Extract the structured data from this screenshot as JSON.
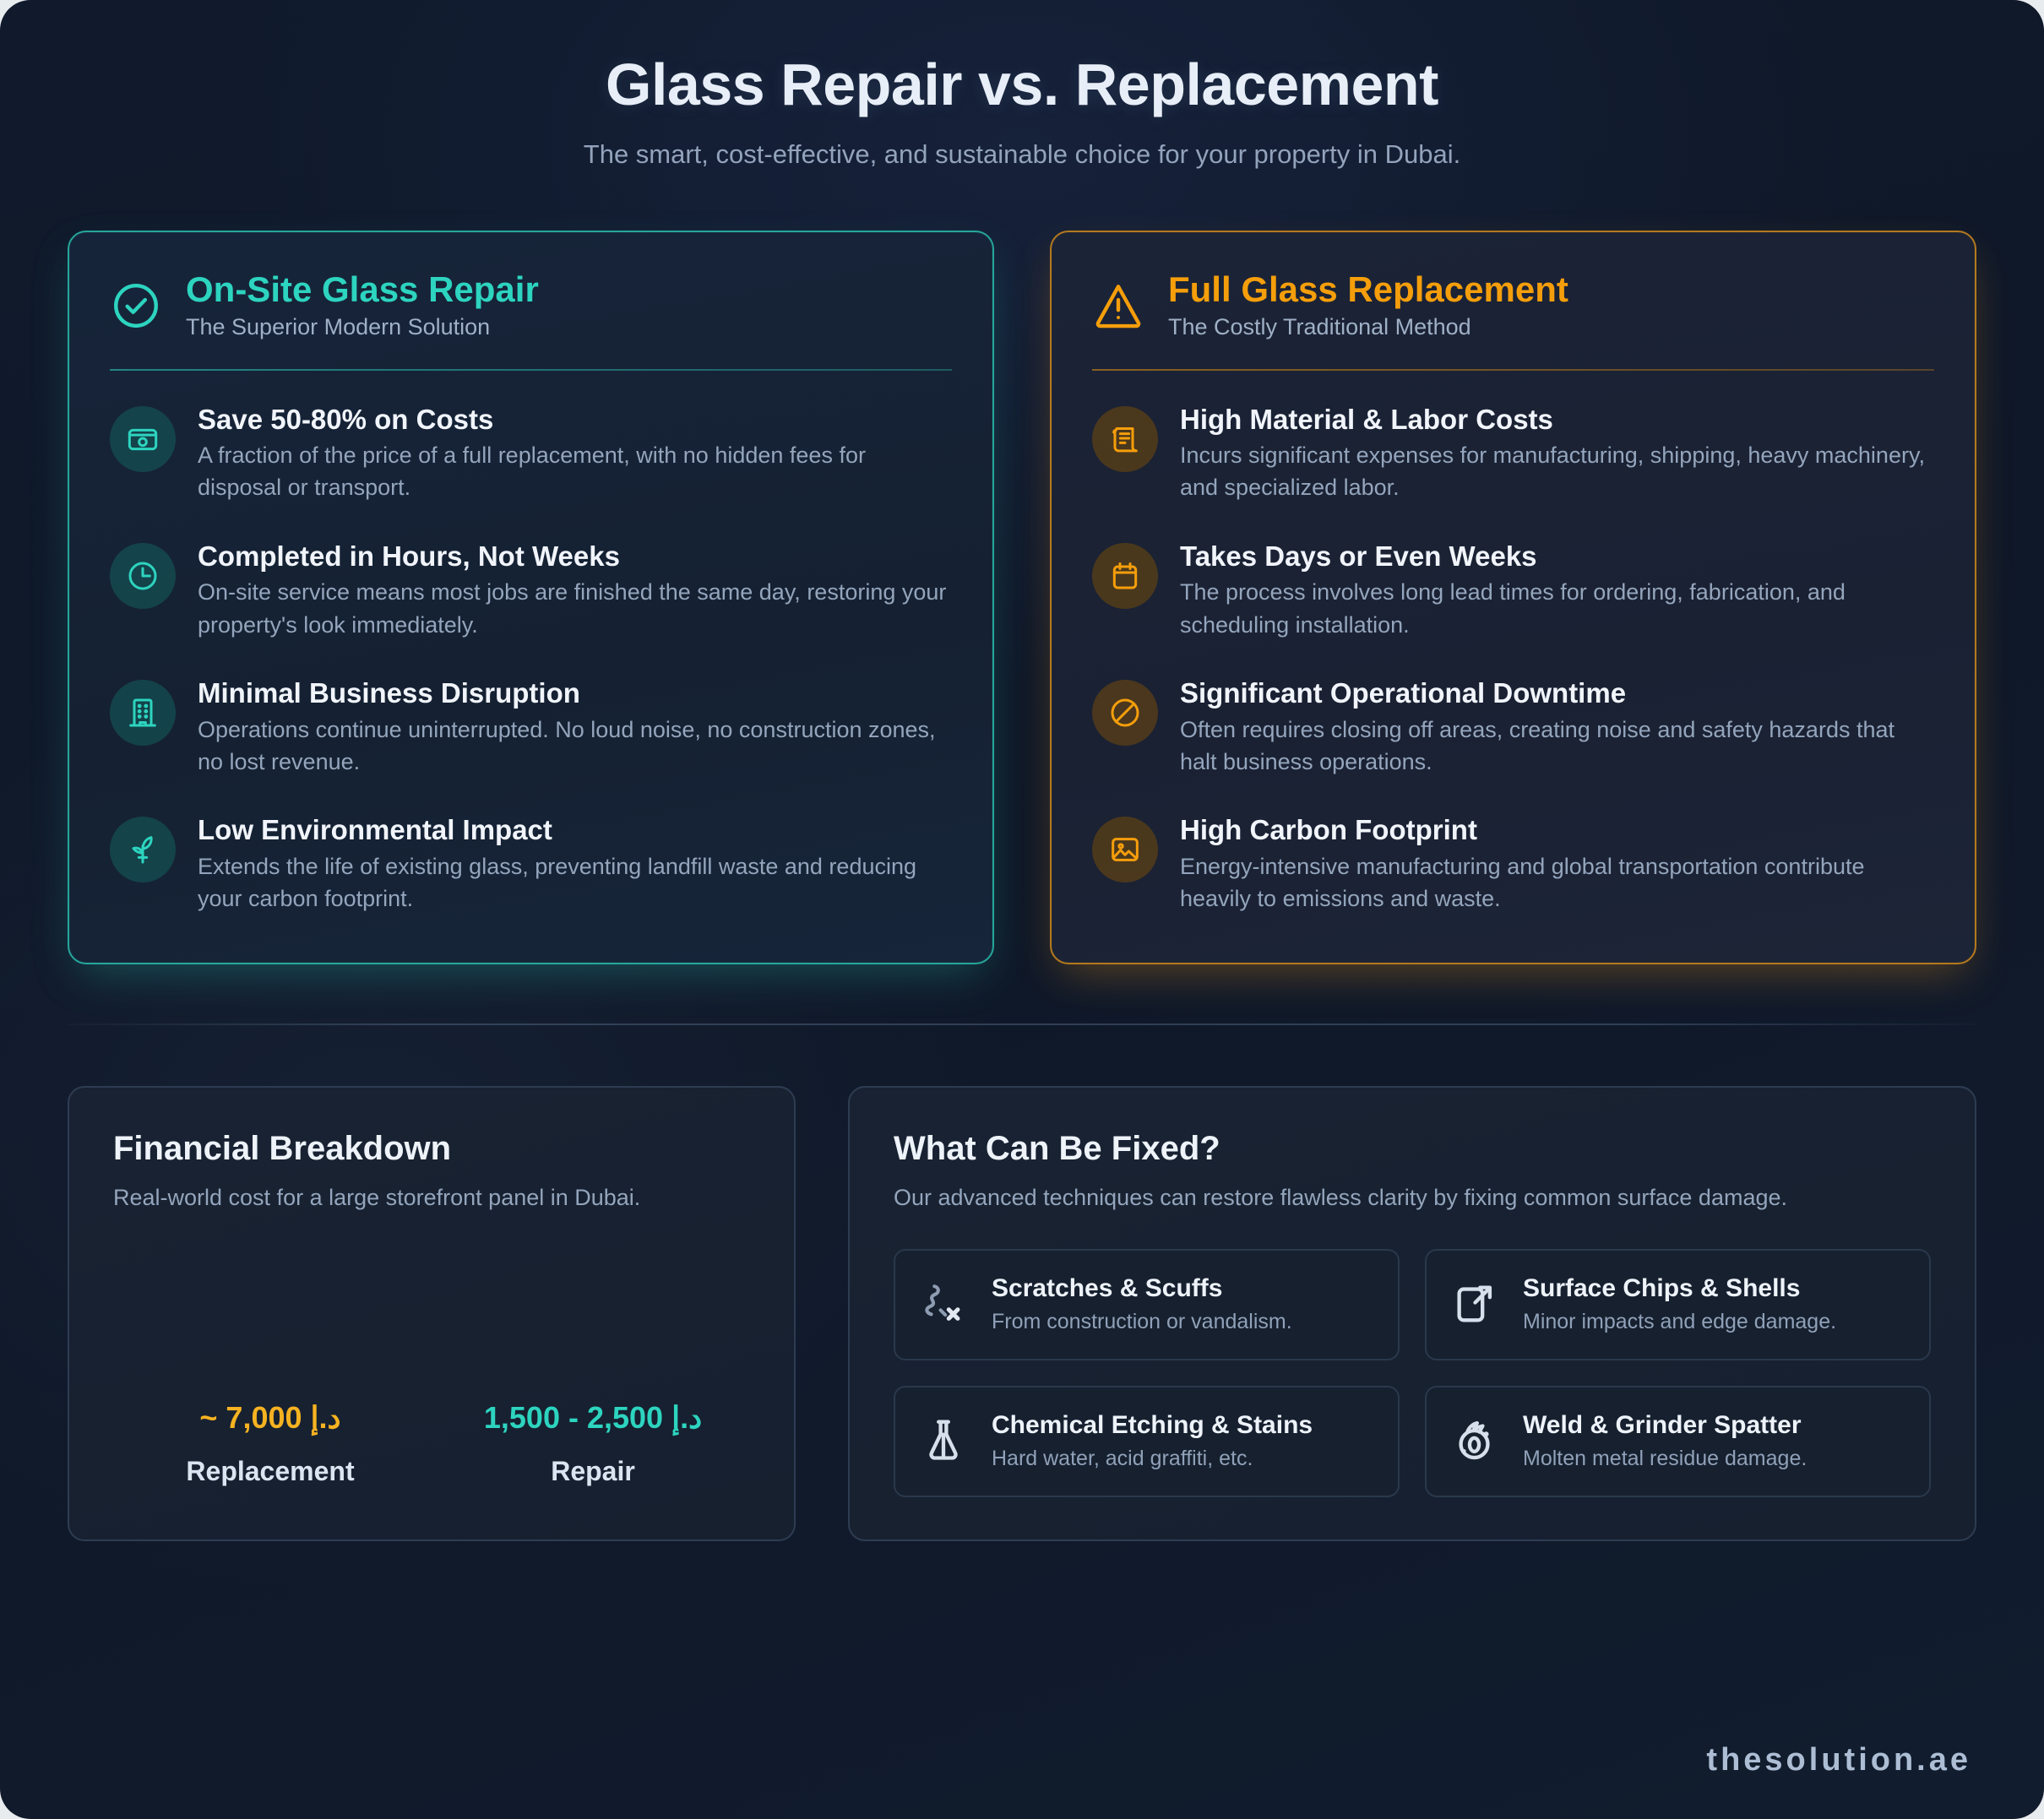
{
  "header": {
    "title": "Glass Repair vs. Replacement",
    "subtitle": "The smart, cost-effective, and sustainable choice for your property in Dubai."
  },
  "colors": {
    "teal": "#2dd4bf",
    "amber": "#f59e0b",
    "value_amber": "#f6b221",
    "background": "#111c2e",
    "card_repair_border": "#26a69a",
    "card_replace_border": "#b4791f",
    "heading_text": "#e8eef7",
    "body_text": "#94a5bc"
  },
  "repair_card": {
    "icon": "check-circle-icon",
    "title": "On-Site Glass Repair",
    "subtitle": "The Superior Modern Solution",
    "features": [
      {
        "icon": "wallet-icon",
        "title": "Save 50-80% on Costs",
        "desc": "A fraction of the price of a full replacement, with no hidden fees for disposal or transport."
      },
      {
        "icon": "clock-icon",
        "title": "Completed in Hours, Not Weeks",
        "desc": "On-site service means most jobs are finished the same day, restoring your property's look immediately."
      },
      {
        "icon": "building-icon",
        "title": "Minimal Business Disruption",
        "desc": "Operations continue uninterrupted. No loud noise, no construction zones, no lost revenue."
      },
      {
        "icon": "sprout-icon",
        "title": "Low Environmental Impact",
        "desc": "Extends the life of existing glass, preventing landfill waste and reducing your carbon footprint."
      }
    ]
  },
  "replace_card": {
    "icon": "warning-triangle-icon",
    "title": "Full Glass Replacement",
    "subtitle": "The Costly Traditional Method",
    "features": [
      {
        "icon": "receipt-icon",
        "title": "High Material & Labor Costs",
        "desc": "Incurs significant expenses for manufacturing, shipping, heavy machinery, and specialized labor."
      },
      {
        "icon": "calendar-icon",
        "title": "Takes Days or Even Weeks",
        "desc": "The process involves long lead times for ordering, fabrication, and scheduling installation."
      },
      {
        "icon": "no-entry-icon",
        "title": "Significant Operational Downtime",
        "desc": "Often requires closing off areas, creating noise and safety hazards that halt business operations."
      },
      {
        "icon": "image-mountain-icon",
        "title": "High Carbon Footprint",
        "desc": "Energy-intensive manufacturing and global transportation contribute heavily to emissions and waste."
      }
    ]
  },
  "financial": {
    "title": "Financial Breakdown",
    "subtitle": "Real-world cost for a large storefront panel in Dubai."
  },
  "chart_data": {
    "type": "bar",
    "title": "Financial Breakdown",
    "subtitle": "Real-world cost for a large storefront panel in Dubai.",
    "categories": [
      "Replacement",
      "Repair"
    ],
    "values": [
      7000,
      2000
    ],
    "value_labels": [
      "~ 7,000 د.إ",
      "1,500 - 2,500 د.إ"
    ],
    "bar_colors": [
      "#f6b221",
      "#2dd4bf"
    ],
    "xlabel": "",
    "ylabel": "",
    "grid": false,
    "legend": "none",
    "note": "Bars are not rendered in the source image; only value labels and category labels are visible."
  },
  "fixed": {
    "title": "What Can Be Fixed?",
    "subtitle": "Our advanced techniques can restore flawless clarity by fixing common surface damage.",
    "tiles": [
      {
        "icon": "scratch-x-icon",
        "title": "Scratches & Scuffs",
        "desc": "From construction or vandalism."
      },
      {
        "icon": "chip-corner-icon",
        "title": "Surface Chips & Shells",
        "desc": "Minor impacts and edge damage."
      },
      {
        "icon": "flask-icon",
        "title": "Chemical Etching & Stains",
        "desc": "Hard water, acid graffiti, etc."
      },
      {
        "icon": "spark-flame-icon",
        "title": "Weld & Grinder Spatter",
        "desc": "Molten metal residue damage."
      }
    ]
  },
  "watermark": "thesolution.ae"
}
